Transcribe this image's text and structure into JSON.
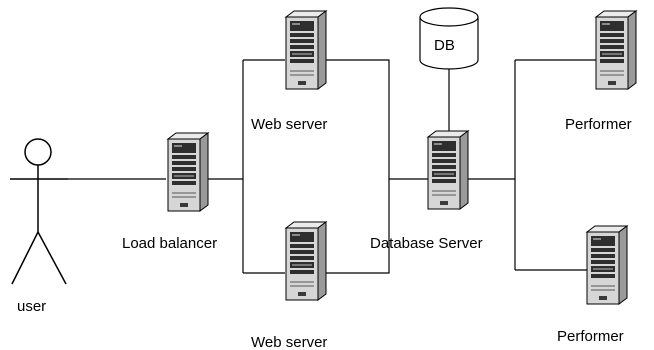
{
  "nodes": {
    "user": {
      "label": "user"
    },
    "load_balancer": {
      "label": "Load balancer"
    },
    "web_server_top": {
      "label": "Web server"
    },
    "web_server_bottom": {
      "label": "Web server"
    },
    "database_server": {
      "label": "Database Server"
    },
    "db": {
      "label": "DB"
    },
    "performer_top": {
      "label": "Performer"
    },
    "performer_bottom": {
      "label": "Performer"
    }
  },
  "colors": {
    "server_front": "#d6d6d6",
    "server_side": "#9a9a9a",
    "server_top": "#ebebeb",
    "panel": "#2e2e2e",
    "line": "#000000"
  }
}
